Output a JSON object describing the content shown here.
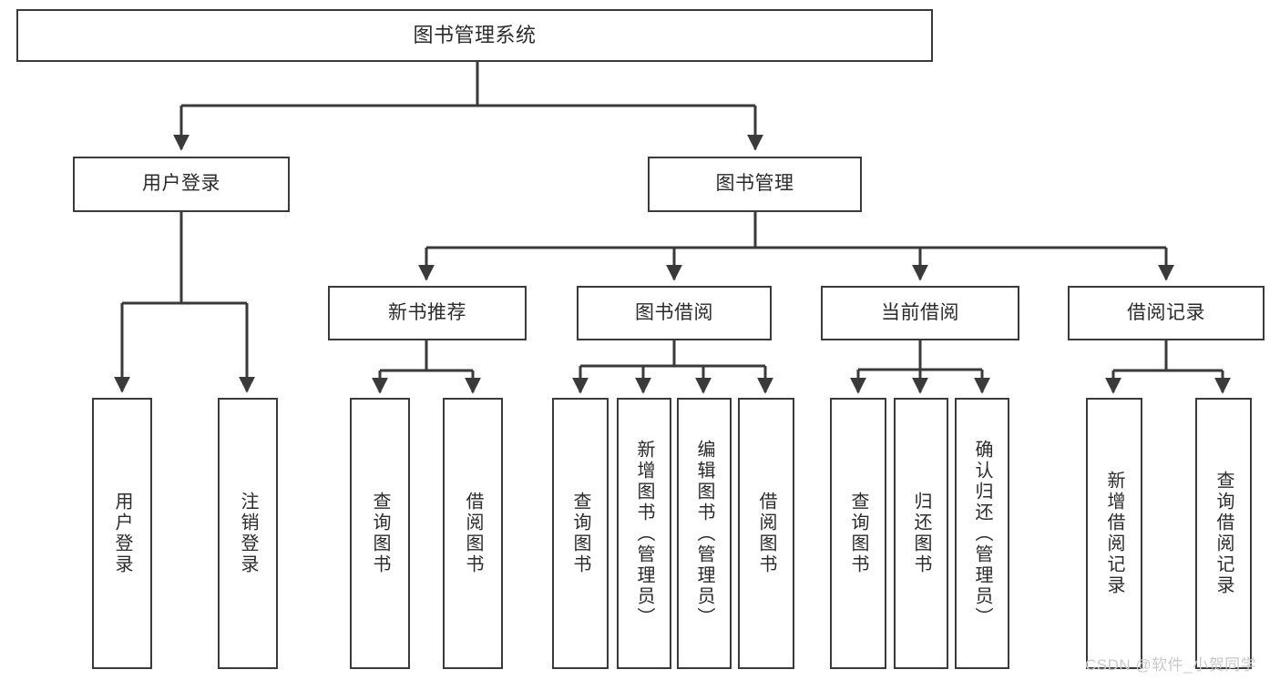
{
  "diagram": {
    "title": "图书管理系统",
    "type": "tree-hierarchy-chart",
    "watermark": "CSDN @软件_小贺同学",
    "colors": {
      "box_border": "#3a3a3a",
      "connector": "#3a3a3a",
      "text": "#2b2b2b",
      "background": "#ffffff",
      "watermark": "#c9c9c9"
    },
    "levels": {
      "root": {
        "label": "图书管理系统"
      },
      "level2": [
        {
          "id": "user-login",
          "label": "用户登录"
        },
        {
          "id": "book-manage",
          "label": "图书管理"
        }
      ],
      "level3": [
        {
          "id": "new-book-recommend",
          "label": "新书推荐"
        },
        {
          "id": "book-borrow",
          "label": "图书借阅"
        },
        {
          "id": "current-borrow",
          "label": "当前借阅"
        },
        {
          "id": "borrow-record",
          "label": "借阅记录"
        }
      ],
      "leaves": {
        "user_login": [
          {
            "id": "leaf-user-login",
            "label": "用户登录"
          },
          {
            "id": "leaf-logout-login",
            "label": "注销登录"
          }
        ],
        "new_book_recommend": [
          {
            "id": "leaf-query-book-1",
            "label": "查询图书"
          },
          {
            "id": "leaf-borrow-book-1",
            "label": "借阅图书"
          }
        ],
        "book_borrow": [
          {
            "id": "leaf-query-book-2",
            "label": "查询图书"
          },
          {
            "id": "leaf-add-book",
            "label": "新增图书（管理员）"
          },
          {
            "id": "leaf-edit-book",
            "label": "编辑图书（管理员）"
          },
          {
            "id": "leaf-borrow-book-2",
            "label": "借阅图书"
          }
        ],
        "current_borrow": [
          {
            "id": "leaf-query-book-3",
            "label": "查询图书"
          },
          {
            "id": "leaf-return-book",
            "label": "归还图书"
          },
          {
            "id": "leaf-confirm-return",
            "label": "确认归还（管理员）"
          }
        ],
        "borrow_record": [
          {
            "id": "leaf-add-record",
            "label": "新增借阅记录"
          },
          {
            "id": "leaf-query-record",
            "label": "查询借阅记录"
          }
        ]
      }
    }
  }
}
